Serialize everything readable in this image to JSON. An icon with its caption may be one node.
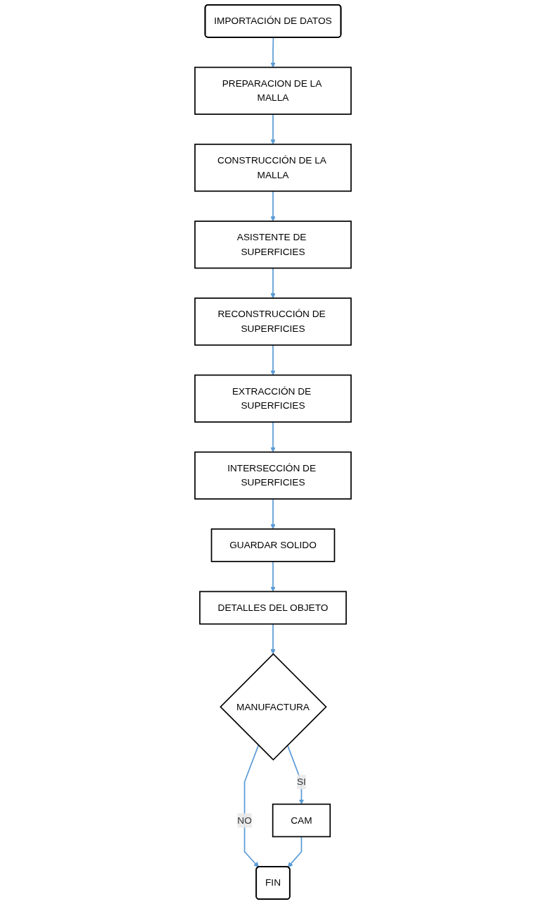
{
  "diagram": {
    "nodes": [
      {
        "text": [
          "IMPORTACIÓN DE DATOS"
        ]
      },
      {
        "text": [
          "PREPARACION DE LA MALLA"
        ]
      },
      {
        "text": [
          "CONSTRUCCIÓN DE LA MALLA"
        ]
      },
      {
        "text": [
          "ASISTENTE DE SUPERFICIES"
        ]
      },
      {
        "text": [
          "RECONSTRUCCIÓN DE SUPERFICIES"
        ]
      },
      {
        "text": [
          "EXTRACCIÓN DE SUPERFICIES"
        ]
      },
      {
        "text": [
          "INTERSECCIÓN DE SUPERFICIES"
        ]
      },
      {
        "text": [
          "GUARDAR SOLIDO"
        ]
      },
      {
        "text": [
          "DETALLES DEL OBJETO"
        ]
      },
      {
        "text": [
          "MANUFACTURA"
        ]
      },
      {
        "text": [
          "CAM"
        ]
      },
      {
        "text": [
          "FIN"
        ]
      }
    ],
    "edges": [
      {
        "from": 0,
        "to": 1,
        "arrow": "to"
      },
      {
        "from": 1,
        "to": 2,
        "arrow": "to"
      },
      {
        "from": 2,
        "to": 3,
        "arrow": "to"
      },
      {
        "from": 3,
        "to": 4,
        "arrow": "to"
      },
      {
        "from": 4,
        "to": 5,
        "arrow": "to"
      },
      {
        "from": 5,
        "to": 6,
        "arrow": "to"
      },
      {
        "from": 6,
        "to": 7,
        "arrow": "to"
      },
      {
        "from": 7,
        "to": 8,
        "arrow": "to"
      },
      {
        "from": 8,
        "to": 9,
        "arrow": "to"
      },
      {
        "from": 9,
        "to": 10,
        "arrow": "to",
        "label": "SI"
      },
      {
        "from": 9,
        "to": 11,
        "arrow": "to",
        "label": "NO"
      },
      {
        "from": 10,
        "to": 11,
        "arrow": "to"
      }
    ]
  }
}
